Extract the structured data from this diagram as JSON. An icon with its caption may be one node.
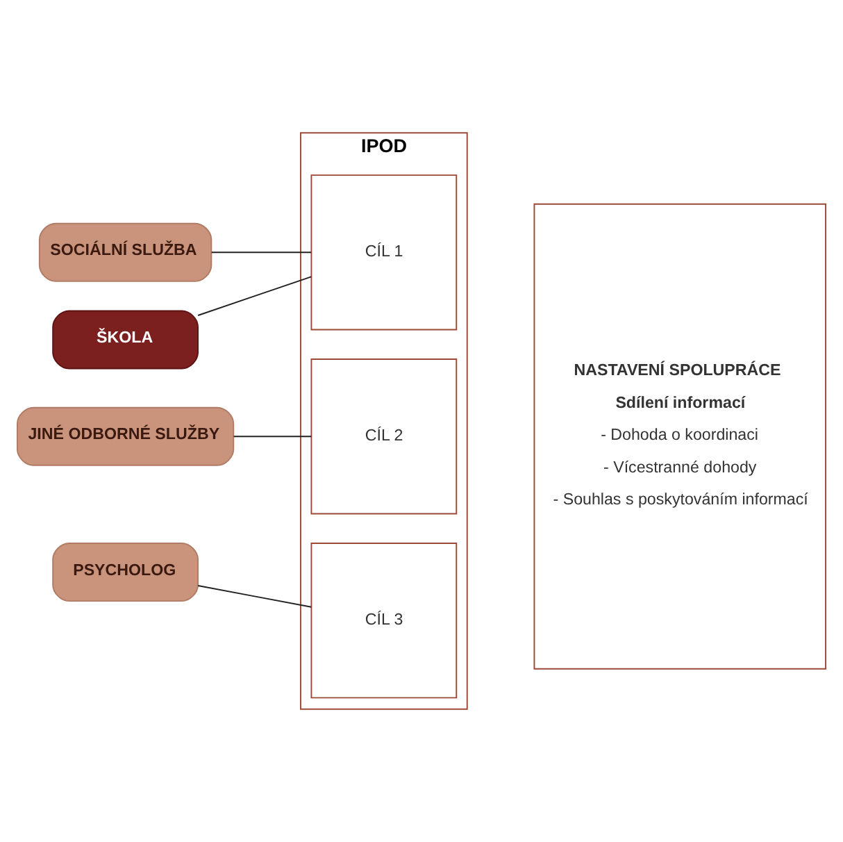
{
  "diagram": {
    "nodes": [
      {
        "text": [
          "SOCIÁLNÍ SLUŽBA"
        ]
      },
      {
        "text": [
          "ŠKOLA"
        ]
      },
      {
        "text": [
          "JINÉ ODBORNÉ SLUŽBY"
        ]
      },
      {
        "text": [
          "PSYCHOLOG"
        ]
      },
      {
        "text": [
          "IPOD"
        ]
      },
      {
        "text": [
          "CÍL 1"
        ],
        "in": 4
      },
      {
        "text": [
          "CÍL 2"
        ],
        "in": 4
      },
      {
        "text": [
          "CÍL 3"
        ],
        "in": 4
      },
      {
        "text": [
          "NASTAVENÍ SPOLUPRÁCE",
          "Sdílení informací",
          "- Dohoda o koordinaci",
          "- Vícestranné dohody",
          "- Souhlas s poskytováním informací"
        ]
      }
    ],
    "edges": [
      {
        "from": 0,
        "to": 5,
        "arrow": "none"
      },
      {
        "from": 1,
        "to": 5,
        "arrow": "none"
      },
      {
        "from": 2,
        "to": 6,
        "arrow": "none"
      },
      {
        "from": 3,
        "to": 7,
        "arrow": "none"
      }
    ]
  }
}
